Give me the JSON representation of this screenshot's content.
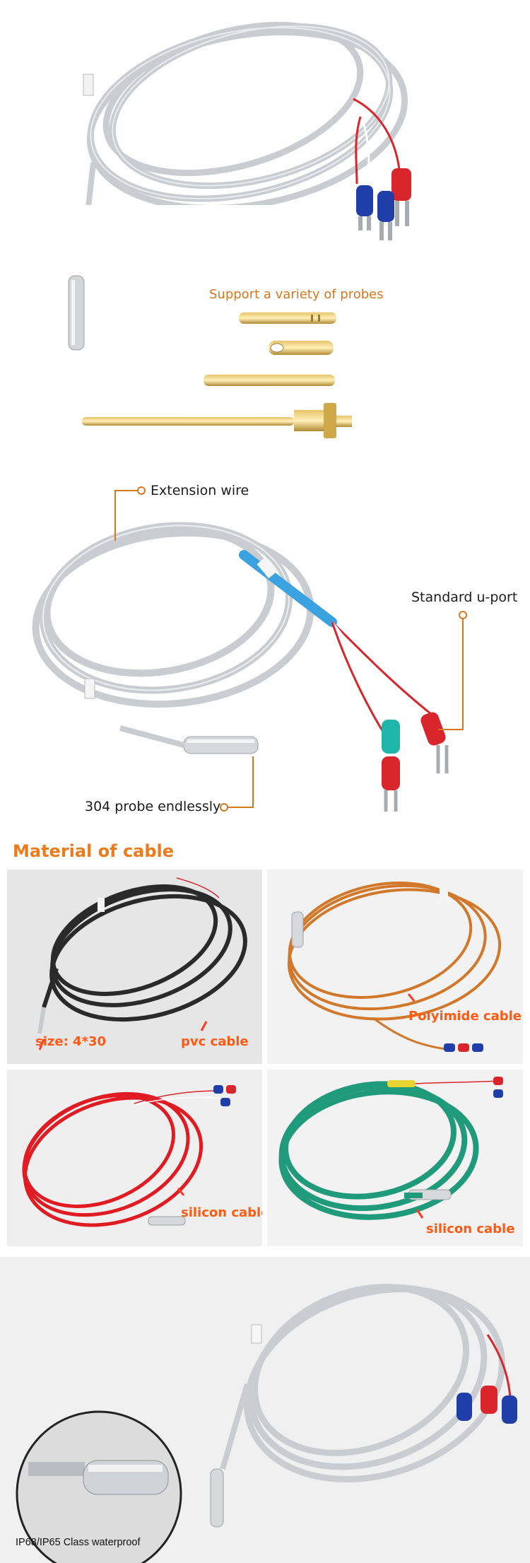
{
  "probes_section": {
    "label": "Support a variety of probes",
    "probe_types": [
      "plain-tube-probe",
      "ring-terminal-probe",
      "long-tube-probe",
      "threaded-fitting-probe"
    ]
  },
  "structure_section": {
    "extension_wire_label": "Extension wire",
    "u_port_label": "Standard u-port",
    "probe_label": "304 probe endlessly"
  },
  "material_section": {
    "heading": "Material of cable",
    "panels": [
      {
        "labels": [
          "size:  4*30",
          "pvc  cable"
        ]
      },
      {
        "labels": [
          "Polyimide cable"
        ]
      },
      {
        "labels": [
          "silicon cable"
        ]
      },
      {
        "labels": [
          "silicon cable"
        ]
      }
    ]
  },
  "waterproof_section": {
    "label": "IP68/IP65 Class waterproof"
  },
  "colors": {
    "accent_orange": "#d9771e",
    "label_orange_red": "#ff5a14",
    "braid_silver": "#c9ccd1",
    "lead_red": "#d8262c",
    "lead_blue": "#1f3ea8",
    "cable_black": "#2a2a2a",
    "cable_polyimide": "#d2782a",
    "cable_red": "#e11b22",
    "cable_green": "#1f9a7a"
  }
}
